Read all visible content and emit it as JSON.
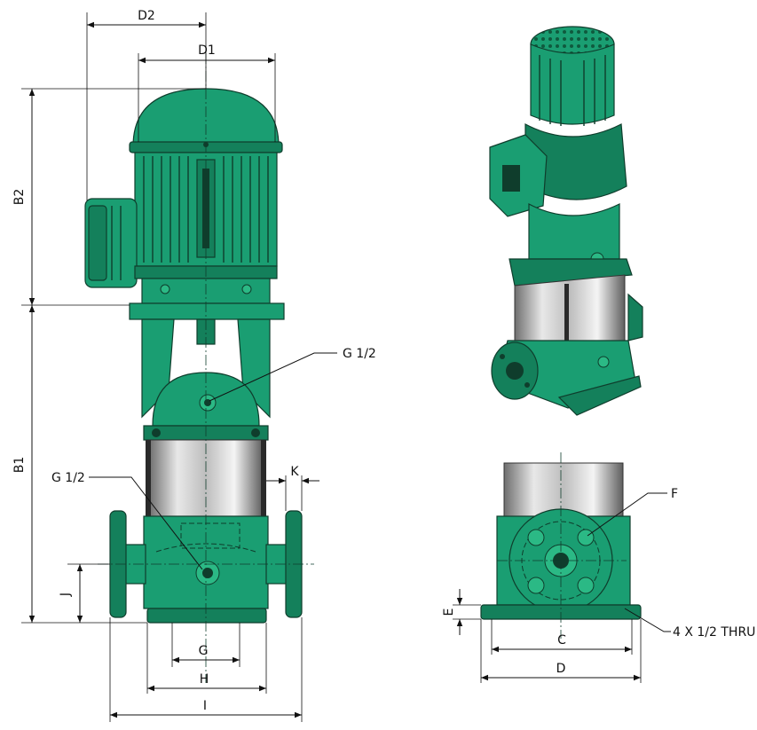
{
  "figure": {
    "dimension_labels": {
      "d2": "D2",
      "d1": "D1",
      "b2": "B2",
      "b1": "B1",
      "j": "J",
      "k": "K",
      "g": "G",
      "h": "H",
      "i": "I",
      "c": "C",
      "d": "D",
      "e": "E"
    },
    "callouts": {
      "g_half_top": "G 1/2",
      "g_half_left": "G 1/2",
      "f": "F",
      "holes": "4 X 1/2 THRU"
    },
    "colors": {
      "pump_green": "#1a9e72",
      "pump_dark_green": "#14805b",
      "outline": "#0f3d2c",
      "steel": "#c8c8c8",
      "dimension_ink": "#111111"
    }
  }
}
